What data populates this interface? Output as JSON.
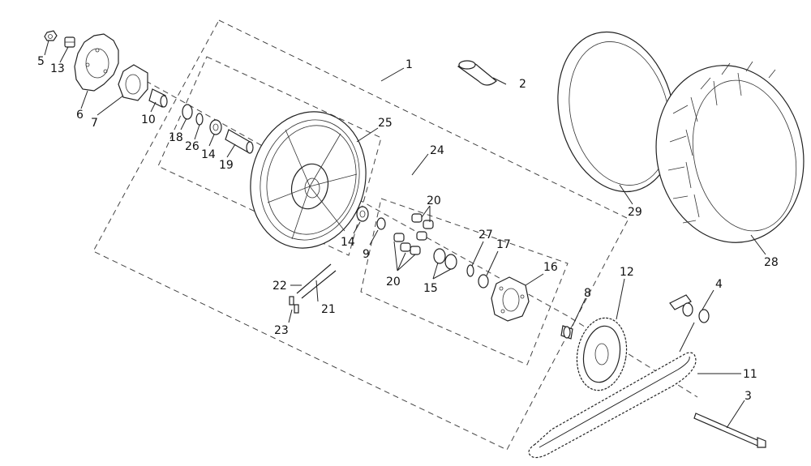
{
  "diagram": {
    "callouts": [
      {
        "id": "c1",
        "text": "1"
      },
      {
        "id": "c2",
        "text": "2"
      },
      {
        "id": "c3",
        "text": "3"
      },
      {
        "id": "c4",
        "text": "4"
      },
      {
        "id": "c5",
        "text": "5"
      },
      {
        "id": "c6",
        "text": "6"
      },
      {
        "id": "c7",
        "text": "7"
      },
      {
        "id": "c8",
        "text": "8"
      },
      {
        "id": "c9",
        "text": "9"
      },
      {
        "id": "c10",
        "text": "10"
      },
      {
        "id": "c11",
        "text": "11"
      },
      {
        "id": "c12",
        "text": "12"
      },
      {
        "id": "c13",
        "text": "13"
      },
      {
        "id": "c14a",
        "text": "14"
      },
      {
        "id": "c14b",
        "text": "14"
      },
      {
        "id": "c15",
        "text": "15"
      },
      {
        "id": "c16",
        "text": "16"
      },
      {
        "id": "c17",
        "text": "17"
      },
      {
        "id": "c18",
        "text": "18"
      },
      {
        "id": "c19",
        "text": "19"
      },
      {
        "id": "c20a",
        "text": "20"
      },
      {
        "id": "c20b",
        "text": "20"
      },
      {
        "id": "c21",
        "text": "21"
      },
      {
        "id": "c22",
        "text": "22"
      },
      {
        "id": "c23",
        "text": "23"
      },
      {
        "id": "c24",
        "text": "24"
      },
      {
        "id": "c25",
        "text": "25"
      },
      {
        "id": "c26",
        "text": "26"
      },
      {
        "id": "c27",
        "text": "27"
      },
      {
        "id": "c28",
        "text": "28"
      },
      {
        "id": "c29",
        "text": "29"
      }
    ]
  }
}
